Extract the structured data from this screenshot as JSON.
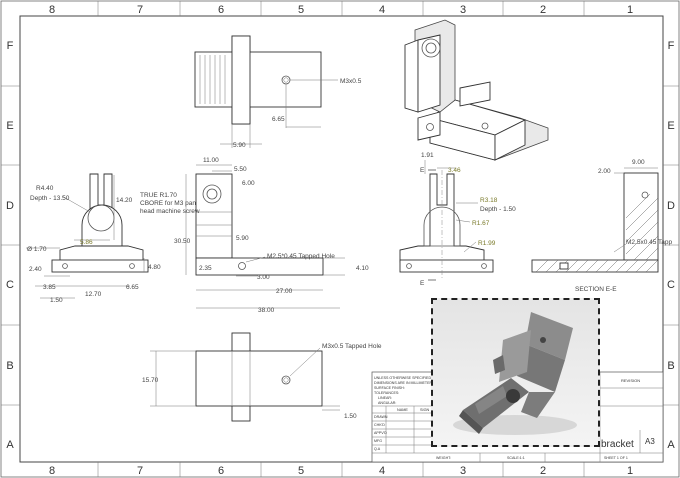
{
  "zones": {
    "columns": [
      "8",
      "7",
      "6",
      "5",
      "4",
      "3",
      "2",
      "1"
    ],
    "rows": [
      "F",
      "E",
      "D",
      "C",
      "B",
      "A"
    ]
  },
  "top_view": {
    "hole_note": "M3x0.5",
    "dim_665": "6.65",
    "dim_590": "5.90"
  },
  "left_view": {
    "radius": "R4.40",
    "depth": "Depth - 13.50",
    "dia": "Ø 1.70",
    "dim_586": "5.86",
    "dim_1420": "14.20",
    "dim_240": "2.40",
    "dim_385": "3.85",
    "dim_1270": "12.70",
    "dim_665": "6.65",
    "dim_150": "1.50",
    "dim_480": "4.80"
  },
  "front_view": {
    "dim_1100": "11.00",
    "dim_550": "5.50",
    "dim_600": "6.00",
    "note1": "TRUE R1.70",
    "note2": "CBORE for M3 pan",
    "note3": "head machine screw",
    "dim_3050": "30.50",
    "dim_590": "5.90",
    "tapped": "M2.5*0.45 Tapped Hole",
    "dim_235": "2.35",
    "dim_300": "3.00",
    "dim_410": "4.10",
    "dim_2700": "27.00",
    "dim_3800": "38.00"
  },
  "right_view": {
    "dim_191": "1.91",
    "dim_346": "3.46",
    "r318": "R3.18",
    "depth": "Depth - 1.50",
    "r167": "R1.67",
    "r199": "R1.99",
    "cut": "E"
  },
  "section": {
    "dim_900": "9.00",
    "dim_200": "2.00",
    "tapped": "M2.5x0.45 Tapp",
    "title": "SECTION E-E"
  },
  "bottom_view": {
    "tapped": "M3x0.5 Tapped Hole",
    "dim_1570": "15.70",
    "dim_150": "1.50"
  },
  "title_block": {
    "note_lines": [
      "UNLESS OTHERWISE SPECIFIED:",
      "DIMENSIONS ARE IN MILLIMETERS",
      "SURFACE FINISH:",
      "TOLERANCES:",
      "LINEAR:",
      "ANGULAR:"
    ],
    "row_labels": [
      "DRAWN",
      "CHK'D",
      "APPV'D",
      "MFG",
      "Q.A"
    ],
    "name_col": "NAME",
    "sig_col": "SIGN",
    "revision": "REVISION",
    "drawing_title": "bracket",
    "size": "A3",
    "weight": "WEIGHT:",
    "scale": "SCALE:1:1",
    "sheet": "SHEET 1 OF 1"
  }
}
